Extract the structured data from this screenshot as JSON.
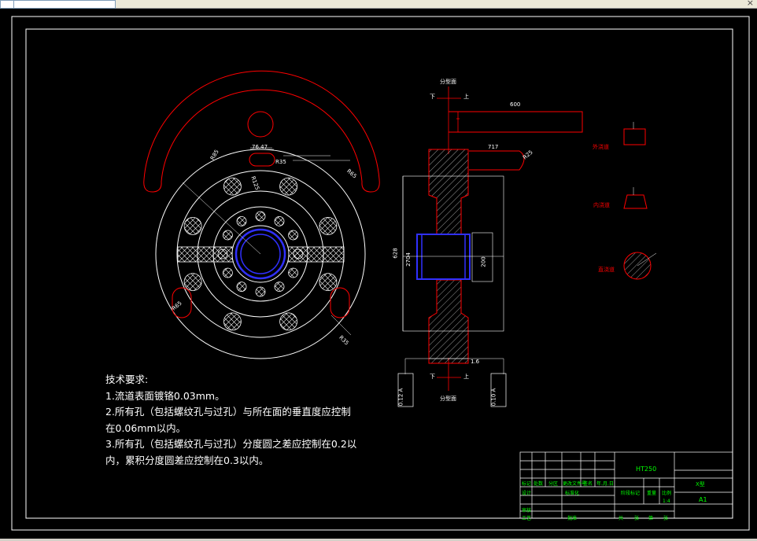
{
  "window": {
    "title_tabs": [
      "",
      ""
    ],
    "close_glyph": "×"
  },
  "drawing": {
    "dim_7647": "76.47",
    "dim_r35_top": "R35",
    "dim_r35_side": "R35",
    "dim_r65_left": "R65",
    "dim_r65_right": "R65",
    "dim_r85": "R85",
    "dim_r125": "R125",
    "dim_600": "600",
    "dim_717": "717",
    "dim_r25": "R25",
    "dim_628": "628",
    "dim_2704": "2704",
    "dim_200": "200",
    "dim_1_6": "1.6",
    "label_fen_top": "分型面",
    "label_xia_top": "下",
    "label_shang_top": "上",
    "label_fen_bottom": "分型面",
    "label_xia_bottom": "下",
    "label_shang_bottom": "上",
    "label_wai": "外浇道",
    "label_nei": "内浇道",
    "label_zhi": "直浇道",
    "tol_left": "0.12 A",
    "tol_right": "0.10 A"
  },
  "notes": {
    "title": "技术要求:",
    "line1": "1.流道表面镀铬0.03mm。",
    "line2": "2.所有孔（包括螺纹孔与过孔）与所在面的垂直度应控制",
    "line3": "在0.06mm以内。",
    "line4": "3.所有孔（包括螺纹孔与过孔）分度圆之差应控制在0.2以",
    "line5": "内，累积分度圆差应控制在0.3以内。"
  },
  "title_block": {
    "material": "HT250",
    "scale": "1:4",
    "sheet_size": "A1",
    "part_name": "X型",
    "labels": [
      "标记",
      "处数",
      "分区",
      "更改文件号",
      "签名",
      "年.月.日",
      "设计",
      "标准化",
      "审核",
      "工艺",
      "批准",
      "阶段标记",
      "重量",
      "比例",
      "共",
      "张",
      "第",
      "张"
    ]
  },
  "colors": {
    "background": "#000000",
    "red": "#ff0000",
    "white": "#ffffff",
    "blue": "#3030ff",
    "green": "#00ff00",
    "yellow": "#ffff00"
  }
}
